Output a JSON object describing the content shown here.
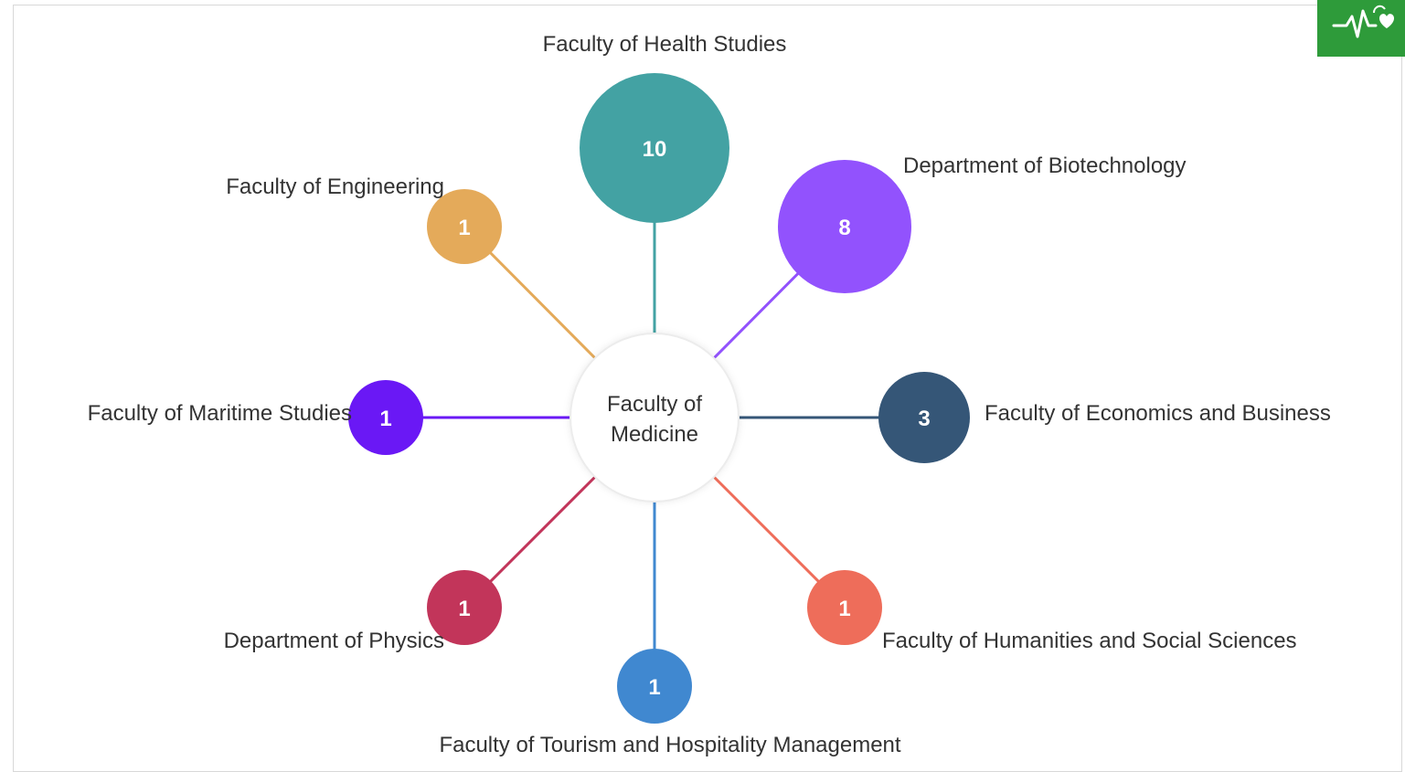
{
  "diagram": {
    "center": {
      "label_lines": [
        "Faculty of",
        "Medicine"
      ]
    },
    "nodes": [
      {
        "label": "Faculty of Health Studies",
        "value": "10",
        "color": "#43a2a3"
      },
      {
        "label": "Department of Biotechnology",
        "value": "8",
        "color": "#9252fd"
      },
      {
        "label": "Faculty of Economics and Business",
        "value": "3",
        "color": "#355677"
      },
      {
        "label": "Faculty of Humanities and Social Sciences",
        "value": "1",
        "color": "#ee6d5a"
      },
      {
        "label": "Faculty of Tourism and Hospitality Management",
        "value": "1",
        "color": "#4088d0"
      },
      {
        "label": "Department of Physics",
        "value": "1",
        "color": "#c2355a"
      },
      {
        "label": "Faculty of Maritime Studies",
        "value": "1",
        "color": "#6a18f5"
      },
      {
        "label": "Faculty of Engineering",
        "value": "1",
        "color": "#e4aa5a"
      }
    ]
  },
  "badge": {
    "icon": "heartbeat-icon",
    "color": "#2e9b3a"
  }
}
